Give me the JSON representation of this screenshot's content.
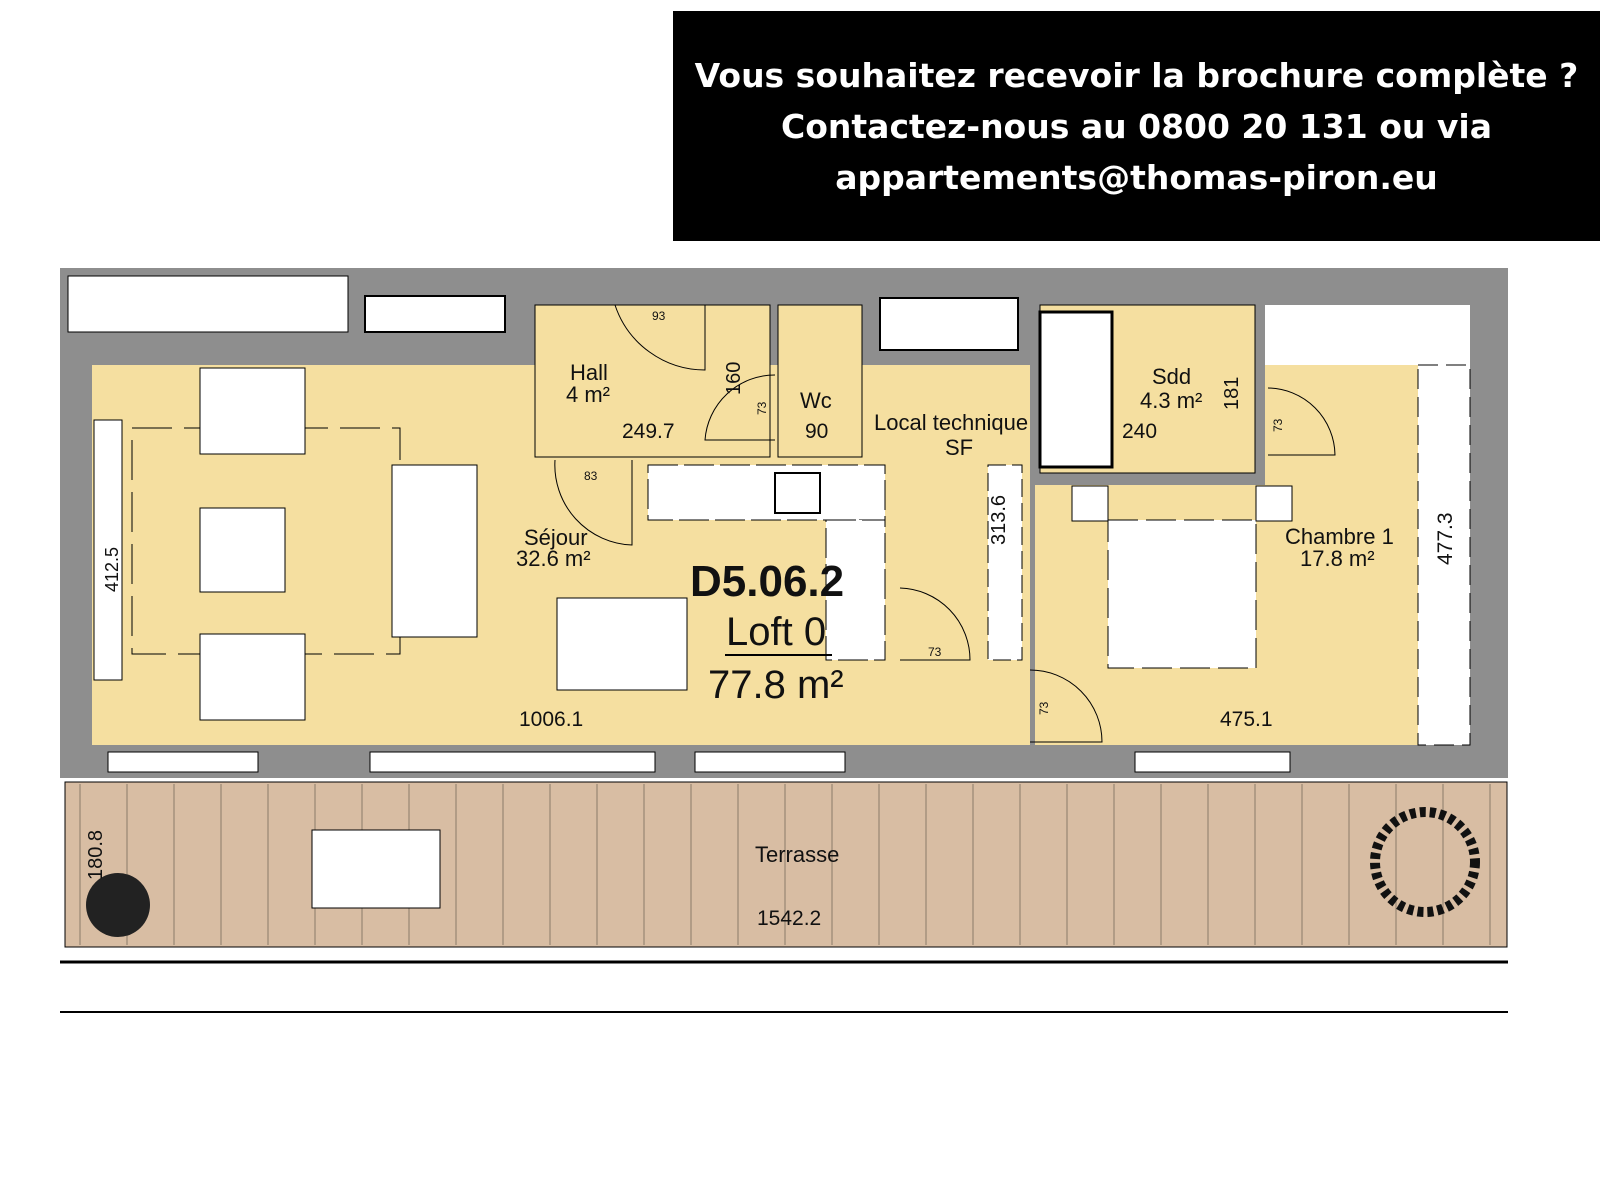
{
  "banner": {
    "line1": "Vous souhaitez recevoir la brochure complète ?",
    "line2": "Contactez-nous au 0800 20 131 ou via",
    "line3": "appartements@thomas-piron.eu"
  },
  "unit": {
    "code": "D5.06.2",
    "type": "Loft 0",
    "area": "77.8 m²"
  },
  "rooms": {
    "hall": {
      "name": "Hall",
      "area": "4 m²"
    },
    "wc": {
      "name": "Wc"
    },
    "local": {
      "name": "Local technique",
      "tag": "SF"
    },
    "sejour": {
      "name": "Séjour",
      "area": "32.6 m²"
    },
    "sdd": {
      "name": "Sdd",
      "area": "4.3 m²"
    },
    "chambre": {
      "name": "Chambre 1",
      "area": "17.8 m²"
    },
    "terrasse": {
      "name": "Terrasse"
    }
  },
  "dimensions": {
    "d93": "93",
    "d160": "160",
    "d73a": "73",
    "d83": "83",
    "d2497": "249.7",
    "d90": "90",
    "d3136": "313.6",
    "d73b": "73",
    "d73c": "73",
    "d73d": "73",
    "d181": "181",
    "d240": "240",
    "d4773": "477.3",
    "d4125": "412.5",
    "d10061": "1006.1",
    "d4751": "475.1",
    "d1808": "180.8",
    "d15422": "1542.2"
  },
  "colors": {
    "floor": "#f5dfa0",
    "wall": "#8e8e8e",
    "terrace": "#d8bda3"
  }
}
